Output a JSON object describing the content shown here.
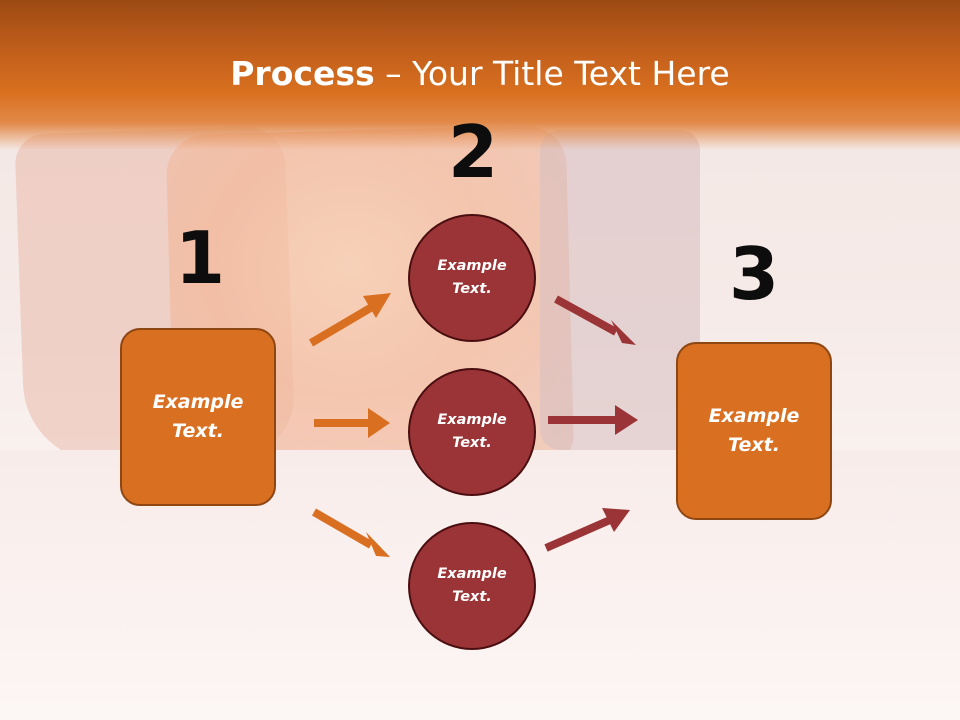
{
  "title": {
    "bold": "Process",
    "rest": " – Your Title Text Here"
  },
  "steps": [
    "1",
    "2",
    "3"
  ],
  "boxes": [
    {
      "label": "Example\nText."
    },
    {
      "label": "Example\nText."
    }
  ],
  "circles": [
    {
      "label": "Example\nText."
    },
    {
      "label": "Example\nText."
    },
    {
      "label": "Example\nText."
    }
  ],
  "colors": {
    "orange": "#d96f21",
    "red": "#9b3436",
    "header": "#d8701f"
  }
}
